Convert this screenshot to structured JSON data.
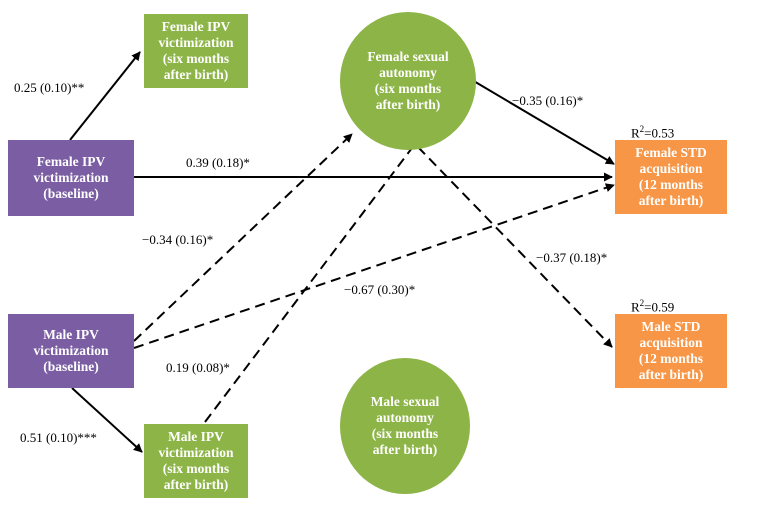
{
  "nodes": {
    "female_ipv_6m": "Female IPV\nvictimization\n(six months\nafter birth)",
    "female_sexual_autonomy": "Female sexual\nautonomy\n(six months\nafter birth)",
    "female_ipv_baseline": "Female IPV\nvictimization\n(baseline)",
    "female_std": "Female STD\nacquisition\n(12 months\nafter birth)",
    "male_ipv_baseline": "Male IPV\nvictimization\n(baseline)",
    "male_std": "Male STD\nacquisition\n(12 months\nafter birth)",
    "male_sexual_autonomy": "Male sexual\nautonomy\n(six months\nafter birth)",
    "male_ipv_6m": "Male IPV\nvictimization\n(six months\nafter birth)"
  },
  "paths": [
    {
      "label": "0.25 (0.10)**",
      "style": "solid"
    },
    {
      "label": "0.39 (0.18)*",
      "style": "solid"
    },
    {
      "label": "−0.35 (0.16)*",
      "style": "solid"
    },
    {
      "label": "−0.34 (0.16)*",
      "style": "dashed"
    },
    {
      "label": "−0.67 (0.30)*",
      "style": "dashed"
    },
    {
      "label": "−0.37 (0.18)*",
      "style": "dashed"
    },
    {
      "label": "0.19 (0.08)*",
      "style": "dashed"
    },
    {
      "label": "0.51 (0.10)***",
      "style": "solid"
    }
  ],
  "r2": {
    "female_std_prefix": "R",
    "female_std_value": "=0.53",
    "male_std_prefix": "R",
    "male_std_value": "=0.59",
    "superscript": "2"
  },
  "colors": {
    "green": "#8db447",
    "purple": "#7a5da3",
    "orange": "#f79646"
  }
}
